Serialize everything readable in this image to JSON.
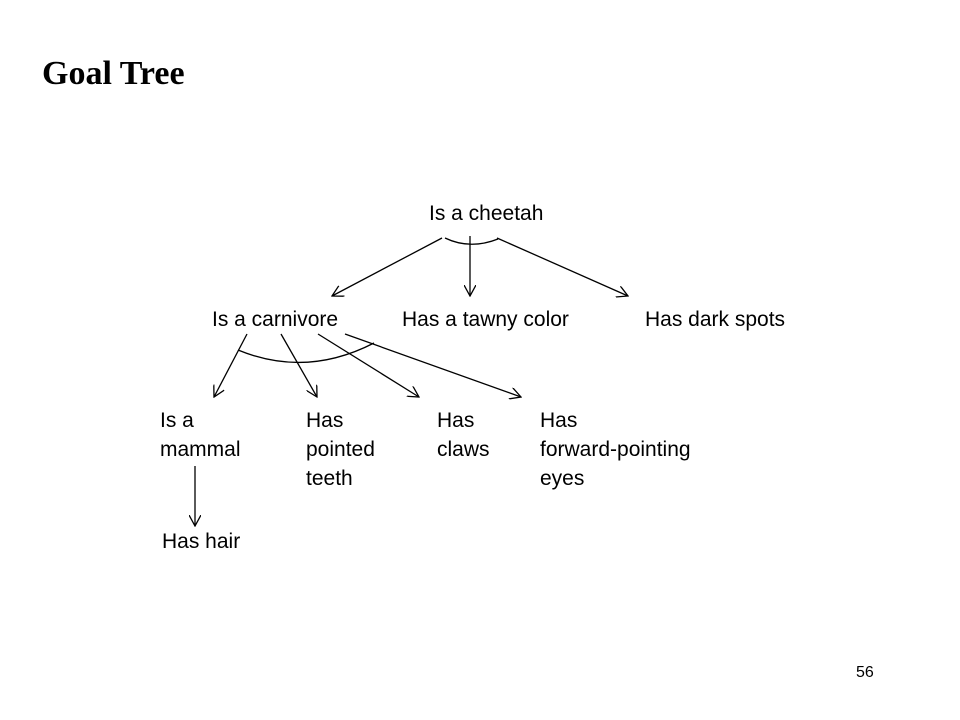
{
  "title": "Goal Tree",
  "page_number": "56",
  "nodes": {
    "root": "Is a cheetah",
    "carnivore": "Is a carnivore",
    "tawny": "Has a tawny color",
    "spots": "Has dark spots",
    "mammal": "Is a\nmammal",
    "teeth": "Has\npointed\nteeth",
    "claws": "Has\nclaws",
    "eyes": "Has\nforward-pointing\neyes",
    "hair": "Has hair"
  }
}
